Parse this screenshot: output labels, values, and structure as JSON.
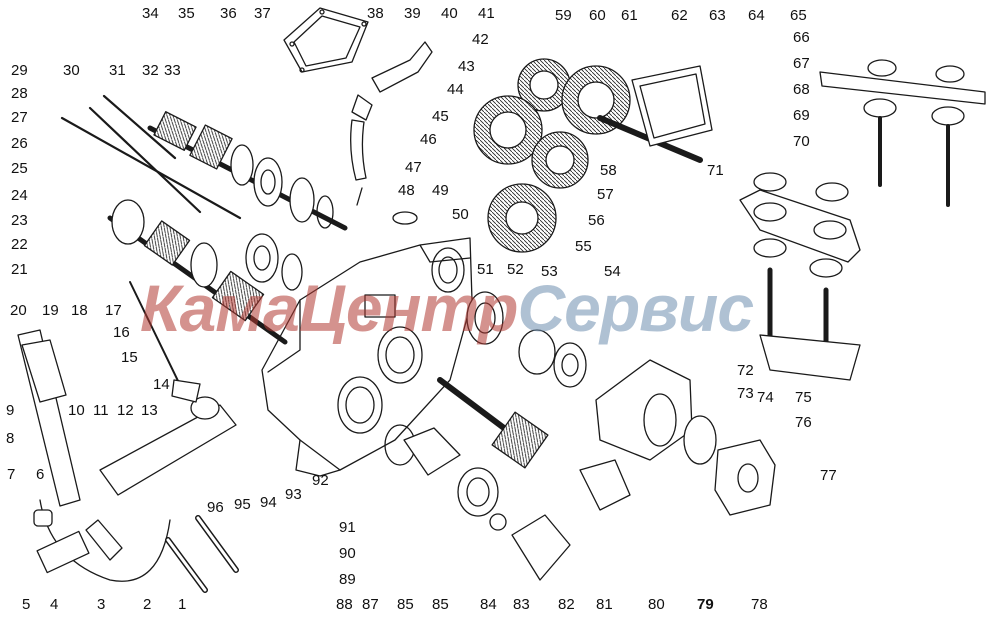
{
  "diagram": {
    "watermark": {
      "part1": "КамаЦентр",
      "part2": "Сервис",
      "color1": "#b23a33",
      "color2": "#6f8fb0"
    },
    "callouts": [
      {
        "id": "c1",
        "label": "1"
      },
      {
        "id": "c2",
        "label": "2"
      },
      {
        "id": "c3",
        "label": "3"
      },
      {
        "id": "c4",
        "label": "4"
      },
      {
        "id": "c5",
        "label": "5"
      },
      {
        "id": "c6",
        "label": "6"
      },
      {
        "id": "c7",
        "label": "7"
      },
      {
        "id": "c8",
        "label": "8"
      },
      {
        "id": "c9",
        "label": "9"
      },
      {
        "id": "c10",
        "label": "10"
      },
      {
        "id": "c11",
        "label": "11"
      },
      {
        "id": "c12",
        "label": "12"
      },
      {
        "id": "c13",
        "label": "13"
      },
      {
        "id": "c14",
        "label": "14"
      },
      {
        "id": "c15",
        "label": "15"
      },
      {
        "id": "c16",
        "label": "16"
      },
      {
        "id": "c17",
        "label": "17"
      },
      {
        "id": "c18",
        "label": "18"
      },
      {
        "id": "c19",
        "label": "19"
      },
      {
        "id": "c20",
        "label": "20"
      },
      {
        "id": "c21",
        "label": "21"
      },
      {
        "id": "c22",
        "label": "22"
      },
      {
        "id": "c23",
        "label": "23"
      },
      {
        "id": "c24",
        "label": "24"
      },
      {
        "id": "c25",
        "label": "25"
      },
      {
        "id": "c26",
        "label": "26"
      },
      {
        "id": "c27",
        "label": "27"
      },
      {
        "id": "c28",
        "label": "28"
      },
      {
        "id": "c29",
        "label": "29"
      },
      {
        "id": "c30",
        "label": "30"
      },
      {
        "id": "c31",
        "label": "31"
      },
      {
        "id": "c32",
        "label": "32"
      },
      {
        "id": "c33",
        "label": "33"
      },
      {
        "id": "c34",
        "label": "34"
      },
      {
        "id": "c35",
        "label": "35"
      },
      {
        "id": "c36",
        "label": "36"
      },
      {
        "id": "c37",
        "label": "37"
      },
      {
        "id": "c38",
        "label": "38"
      },
      {
        "id": "c39",
        "label": "39"
      },
      {
        "id": "c40",
        "label": "40"
      },
      {
        "id": "c41",
        "label": "41"
      },
      {
        "id": "c42",
        "label": "42"
      },
      {
        "id": "c43",
        "label": "43"
      },
      {
        "id": "c44",
        "label": "44"
      },
      {
        "id": "c45",
        "label": "45"
      },
      {
        "id": "c46",
        "label": "46"
      },
      {
        "id": "c47",
        "label": "47"
      },
      {
        "id": "c48",
        "label": "48"
      },
      {
        "id": "c49",
        "label": "49"
      },
      {
        "id": "c50",
        "label": "50"
      },
      {
        "id": "c51",
        "label": "51"
      },
      {
        "id": "c52",
        "label": "52"
      },
      {
        "id": "c53",
        "label": "53"
      },
      {
        "id": "c54",
        "label": "54"
      },
      {
        "id": "c55",
        "label": "55"
      },
      {
        "id": "c56",
        "label": "56"
      },
      {
        "id": "c57",
        "label": "57"
      },
      {
        "id": "c58",
        "label": "58"
      },
      {
        "id": "c59",
        "label": "59"
      },
      {
        "id": "c60",
        "label": "60"
      },
      {
        "id": "c61",
        "label": "61"
      },
      {
        "id": "c62",
        "label": "62"
      },
      {
        "id": "c63",
        "label": "63"
      },
      {
        "id": "c64",
        "label": "64"
      },
      {
        "id": "c65",
        "label": "65"
      },
      {
        "id": "c66",
        "label": "66"
      },
      {
        "id": "c67",
        "label": "67"
      },
      {
        "id": "c68",
        "label": "68"
      },
      {
        "id": "c69",
        "label": "69"
      },
      {
        "id": "c70",
        "label": "70"
      },
      {
        "id": "c71",
        "label": "71"
      },
      {
        "id": "c72",
        "label": "72"
      },
      {
        "id": "c73",
        "label": "73"
      },
      {
        "id": "c74",
        "label": "74"
      },
      {
        "id": "c75",
        "label": "75"
      },
      {
        "id": "c76",
        "label": "76"
      },
      {
        "id": "c77",
        "label": "77"
      },
      {
        "id": "c78",
        "label": "78"
      },
      {
        "id": "c79",
        "label": "79"
      },
      {
        "id": "c80",
        "label": "80"
      },
      {
        "id": "c81",
        "label": "81"
      },
      {
        "id": "c82",
        "label": "82"
      },
      {
        "id": "c83",
        "label": "83"
      },
      {
        "id": "c84",
        "label": "84"
      },
      {
        "id": "c85a",
        "label": "85"
      },
      {
        "id": "c85b",
        "label": "85"
      },
      {
        "id": "c87",
        "label": "87"
      },
      {
        "id": "c88",
        "label": "88"
      },
      {
        "id": "c89",
        "label": "89"
      },
      {
        "id": "c90",
        "label": "90"
      },
      {
        "id": "c91",
        "label": "91"
      },
      {
        "id": "c92",
        "label": "92"
      },
      {
        "id": "c93",
        "label": "93"
      },
      {
        "id": "c94",
        "label": "94"
      },
      {
        "id": "c95",
        "label": "95"
      },
      {
        "id": "c96",
        "label": "96"
      }
    ]
  }
}
